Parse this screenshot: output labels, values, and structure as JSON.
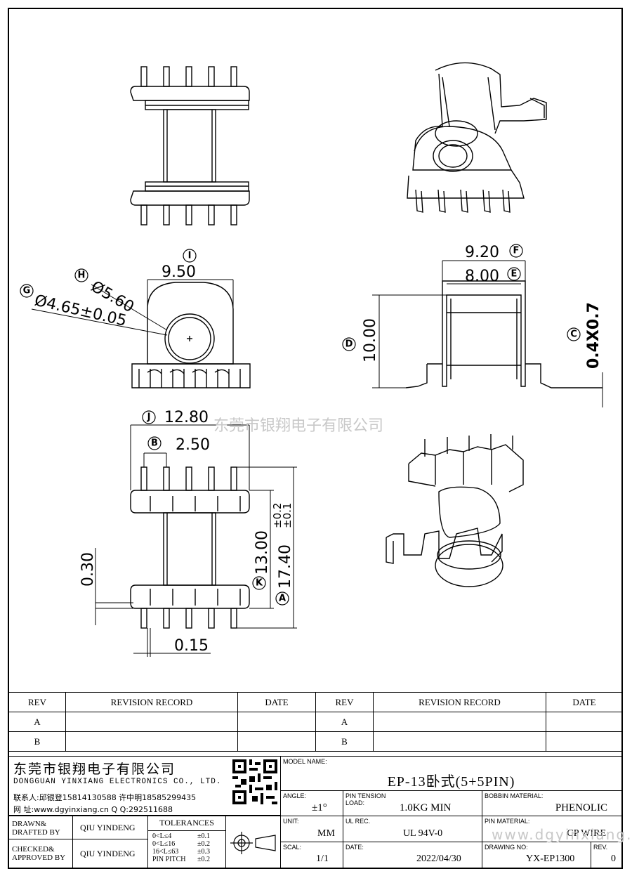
{
  "drawing": {
    "dims": {
      "i": "9.50",
      "h": "Ø5.60",
      "g": "Ø4.65±0.05",
      "f": "9.20",
      "e": "8.00",
      "d": "10.00",
      "c": "0.4X0.7",
      "j": "12.80",
      "b": "2.50",
      "k": "13.00",
      "a": "17.40",
      "a_tol_plus": "±0.2",
      "a_tol_minus": "±0.1",
      "left1": "0.30",
      "bottom1": "0.15"
    },
    "markers": {
      "i": "I",
      "h": "H",
      "g": "G",
      "f": "F",
      "e": "E",
      "d": "D",
      "c": "C",
      "j": "J",
      "b": "B",
      "k": "K",
      "a": "A"
    },
    "watermark_center": "东莞市银翔电子有限公司",
    "watermark_corner": "www.dgyinxiang.cn"
  },
  "revision": {
    "headers": [
      "REV",
      "REVISION RECORD",
      "DATE",
      "REV",
      "REVISION RECORD",
      "DATE"
    ],
    "rows": [
      [
        "A",
        "",
        "",
        "A",
        "",
        ""
      ],
      [
        "B",
        "",
        "",
        "B",
        "",
        ""
      ]
    ]
  },
  "titleblock": {
    "company_cn": "东莞市银翔电子有限公司",
    "company_en": "DONGGUAN YINXIANG ELECTRONICS CO., LTD.",
    "contact": "联系人:邱银登15814130588 许中明18585299435",
    "web": "网   址:www.dgyinxiang.cn      Q  Q:292511688",
    "model_label": "MODEL NAME:",
    "model_value": "EP-13卧式(5+5PIN)",
    "angle_label": "ANGLE:",
    "angle_value": "±1°",
    "pin_tension_label": "PIN TENSION LOAD:",
    "pin_tension_value": "1.0KG MIN",
    "bobbin_label": "BOBBIN MATERIAL:",
    "bobbin_value": "PHENOLIC",
    "unit_label": "UNIT:",
    "unit_value": "MM",
    "ul_label": "UL REC.",
    "ul_value": "UL 94V-0",
    "pin_mat_label": "PIN MATERIAL:",
    "pin_mat_value": "CP WIRE",
    "scal_label": "SCAL:",
    "scal_value": "1/1",
    "date_label": "DATE:",
    "date_value": "2022/04/30",
    "drawing_no_label": "DRAWING NO:",
    "drawing_no_value": "YX-EP1300",
    "rev_label": "REV.",
    "rev_value": "0",
    "drawn_label": "DRAWN& DRAFTED BY",
    "drawn_value": "QIU YINDENG",
    "checked_label": "CHECKED& APPROVED BY",
    "checked_value": "QIU YINDENG",
    "tol_title": "TOLERANCES",
    "tol_rows": [
      [
        "0<L≤4",
        "±0.1"
      ],
      [
        "0<L≤16",
        "±0.2"
      ],
      [
        "16<L≤63",
        "±0.3"
      ],
      [
        "PIN PITCH",
        "±0.2"
      ]
    ]
  }
}
